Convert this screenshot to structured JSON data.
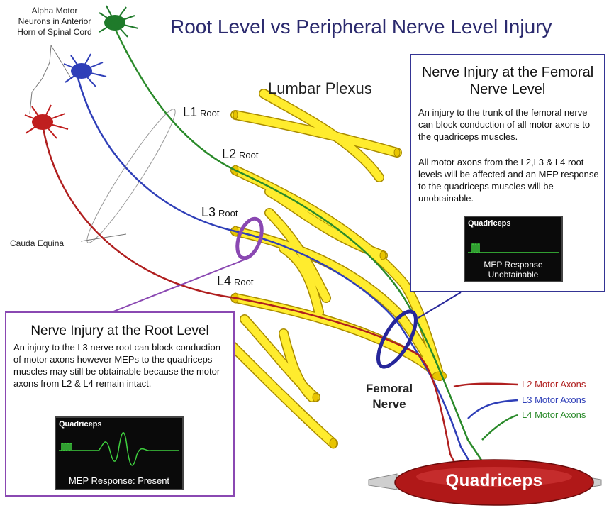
{
  "title": "Root Level vs Peripheral Nerve Level Injury",
  "labels": {
    "neurons": "Alpha Motor Neurons in Anterior Horn of Spinal Cord",
    "cauda_equina": "Cauda Equina",
    "lumbar_plexus": "Lumbar Plexus",
    "femoral_nerve": "Femoral Nerve",
    "quadriceps": "Quadriceps"
  },
  "roots": [
    {
      "name": "L1",
      "suffix": "Root"
    },
    {
      "name": "L2",
      "suffix": "Root"
    },
    {
      "name": "L3",
      "suffix": "Root"
    },
    {
      "name": "L4",
      "suffix": "Root"
    }
  ],
  "axons": [
    {
      "label": "L2 Motor Axons",
      "color": "#b01f1f"
    },
    {
      "label": "L3 Motor Axons",
      "color": "#2f3fb8"
    },
    {
      "label": "L4 Motor Axons",
      "color": "#2a8a2a"
    }
  ],
  "femoral_box": {
    "title": "Nerve Injury at the Femoral Nerve Level",
    "para1": "An injury to the trunk of the femoral nerve can block conduction of all motor axons to the quadriceps muscles.",
    "para2": "All motor axons from the L2,L3 & L4 root levels  will  be affected and an MEP response to the quadriceps muscles will be unobtainable.",
    "scope_title": "Quadriceps",
    "scope_caption": "MEP Response Unobtainable"
  },
  "root_box": {
    "title": "Nerve Injury at the Root Level",
    "body": "An injury to the L3 nerve root can block conduction of motor axons however MEPs to the quadriceps muscles may still be obtainable because  the motor axons from L2 & L4 remain intact.",
    "scope_title": "Quadriceps",
    "scope_caption": "MEP Response: Present"
  },
  "colors": {
    "title": "#2b2a6e",
    "nerve_fill": "#ffec2e",
    "nerve_stroke": "#a88a00",
    "femoral_ring": "#26269a",
    "root_ring": "#8a48b2",
    "muscle": "#b01818",
    "trace": "#3ecf3e",
    "neuron_red": "#c01f1f",
    "neuron_blue": "#2f3fb8",
    "neuron_green": "#1f7a2a"
  }
}
